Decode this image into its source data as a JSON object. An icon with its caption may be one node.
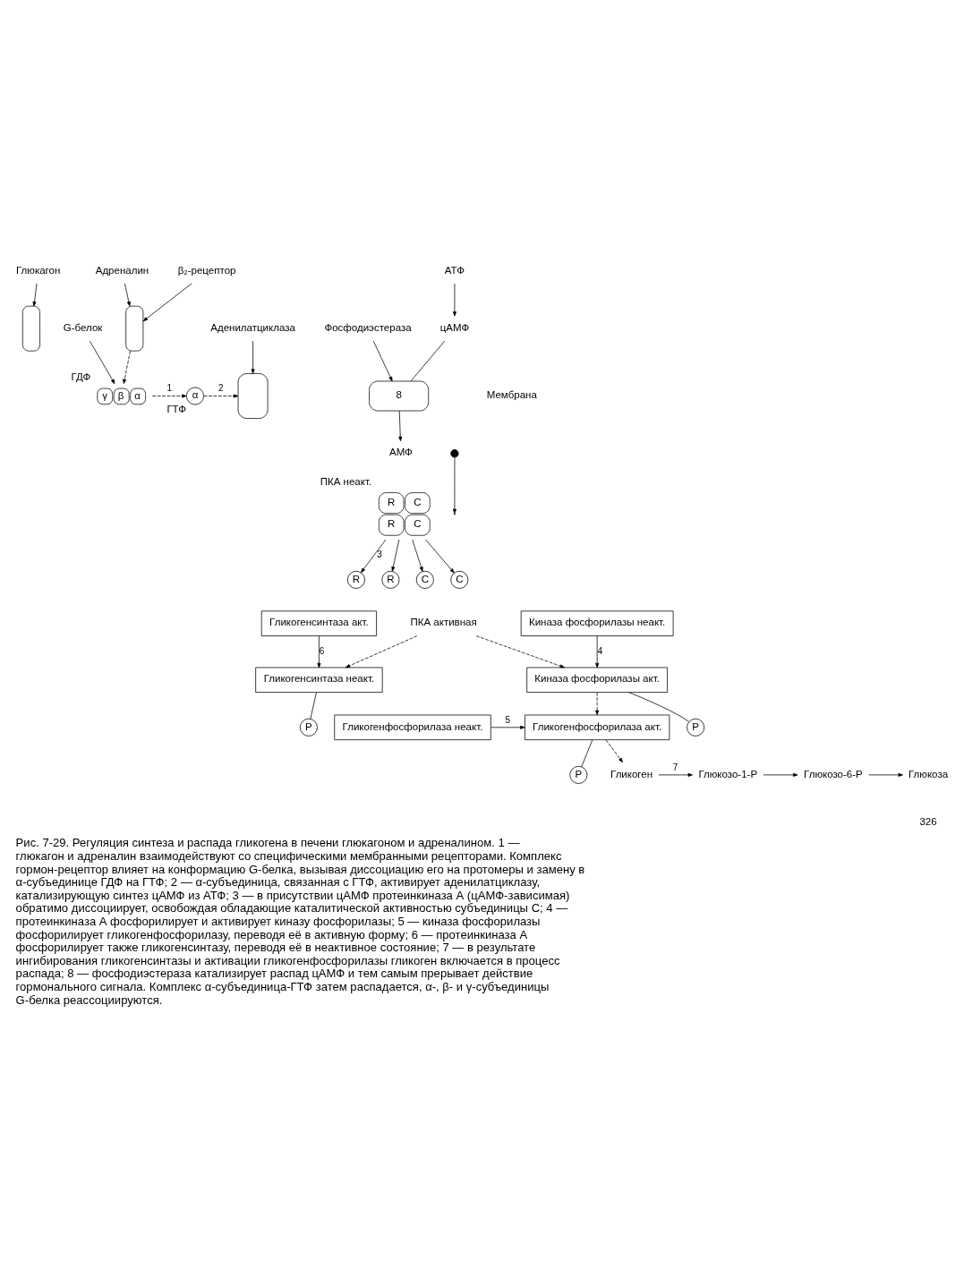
{
  "diagram": {
    "caption": "Рис. 7-29. Регуляция синтеза и распада гликогена в печени глюкагоном и адреналином. 1 — глюкагон и адреналин взаимодействуют со специфическими мембранными рецепторами. Комплекс гормон-рецептор влияет на конформацию G-белка, вызывая диссоциацию его на протомеры и замену в α-субъединице ГДФ на ГТФ; 2 — α-субъединица, связанная с ГТФ, активирует аденилатциклазу, катализирующую синтез цАМФ из АТФ; 3 — в присутствии цАМФ протеинкиназа А (цАМФ-зависимая) обратимо диссоциирует, освобождая обладающие каталитической активностью субъединицы С; 4 — протеинкиназа А фосфорилирует и активирует киназу фосфорилазы; 5 — киназа фосфорилазы фосфорилирует гликогенфосфорилазу, переводя её в активную форму; 6 — протеинкиназа А фосфорилирует также гликогенсинтазу, переводя её в неактивное состояние; 7 — в результате ингибирования гликогенсинтазы и активации гликогенфосфорилазы гликоген включается в процесс распада; 8 — фосфодиэстераза катализирует распад цАМФ и тем самым прерывает действие гормонального сигнала. Комплекс α-субъединица-ГТФ затем распадается, α-, β- и γ-субъединицы G-белка реассоциируются.",
    "nodes": [
      {
        "text": [
          "Глюкагон"
        ]
      },
      {
        "text": [],
        "shape": "box"
      },
      {
        "text": [
          "Адреналин"
        ]
      },
      {
        "text": [
          "β₂-рецептор"
        ]
      },
      {
        "text": [],
        "shape": "box"
      },
      {
        "text": [
          "G-белок"
        ]
      },
      {
        "text": [
          "γ",
          "β",
          "α"
        ],
        "beside": [
          "ГДФ"
        ]
      },
      {
        "text": [
          "α"
        ],
        "beside": [
          "ГТФ"
        ]
      },
      {
        "text": [
          "Аденилатциклаза"
        ]
      },
      {
        "text": [],
        "shape": "box"
      },
      {
        "text": [
          "АТФ"
        ]
      },
      {
        "text": [
          "цАМФ"
        ]
      },
      {
        "text": [
          "Фосфодиэстераза"
        ]
      },
      {
        "text": [
          "8"
        ]
      },
      {
        "text": [
          "АМФ"
        ]
      },
      {
        "text": [],
        "shape": "circle"
      },
      {
        "text": [
          "R"
        ]
      },
      {
        "text": [
          "R"
        ]
      },
      {
        "text": [
          "R",
          "C",
          "R",
          "C"
        ],
        "beside": [
          "ПКА неакт."
        ]
      },
      {
        "text": [
          "C"
        ]
      },
      {
        "text": [
          "C"
        ]
      },
      {
        "text": [
          "ПКА активная"
        ]
      },
      {
        "text": [
          "Гликогенсинтаза акт."
        ]
      },
      {
        "text": [
          "Киназа фосфорилазы неакт."
        ]
      },
      {
        "text": [
          "Гликогенсинтаза неакт."
        ]
      },
      {
        "text": [
          "P"
        ]
      },
      {
        "text": [
          "P"
        ]
      },
      {
        "text": [
          "Киназа фосфорилазы акт."
        ]
      },
      {
        "text": [
          "P"
        ]
      },
      {
        "text": [
          "Гликогенфосфорилаза неакт."
        ]
      },
      {
        "text": [
          "Гликогенфосфорилаза акт."
        ]
      },
      {
        "text": [
          "Гликоген"
        ]
      },
      {
        "text": [
          "Глюкозо-1-Р"
        ]
      },
      {
        "text": [
          "Глюкозо-6-Р"
        ]
      },
      {
        "text": [
          "Глюкоза"
        ]
      }
    ],
    "edges": [
      {
        "from": 0,
        "to": 1,
        "arrow": "to"
      },
      {
        "from": 2,
        "to": 4,
        "arrow": "to"
      },
      {
        "from": 3,
        "to": 4,
        "arrow": "to"
      },
      {
        "from": 5,
        "to": 6,
        "arrow": "to"
      },
      {
        "from": 4,
        "to": 6,
        "arrow": "to",
        "style": "dashed"
      },
      {
        "from": 6,
        "to": 7,
        "arrow": "to",
        "style": "dashed",
        "label": "1"
      },
      {
        "from": 7,
        "to": 9,
        "arrow": "to",
        "style": "dashed",
        "label": "2"
      },
      {
        "from": 8,
        "to": 9,
        "arrow": "to"
      },
      {
        "from": 10,
        "to": 11,
        "arrow": "to"
      },
      {
        "from": 11,
        "to": 13,
        "arrow": "none"
      },
      {
        "from": 12,
        "to": 13,
        "arrow": "to"
      },
      {
        "from": 13,
        "to": 14,
        "arrow": "to"
      },
      {
        "from": 15,
        "to": null,
        "arrow": "to"
      },
      {
        "from": 18,
        "to": 16,
        "arrow": "to",
        "label": "3"
      },
      {
        "from": 18,
        "to": 17,
        "arrow": "to"
      },
      {
        "from": 18,
        "to": 19,
        "arrow": "to"
      },
      {
        "from": 18,
        "to": 20,
        "arrow": "to"
      },
      {
        "from": 22,
        "to": 24,
        "arrow": "to",
        "label": "6"
      },
      {
        "from": 21,
        "to": 24,
        "arrow": "to",
        "style": "dashed"
      },
      {
        "from": 21,
        "to": 27,
        "arrow": "to",
        "style": "dashed"
      },
      {
        "from": 23,
        "to": 27,
        "arrow": "to",
        "label": "4"
      },
      {
        "from": 24,
        "to": 25,
        "arrow": "none"
      },
      {
        "from": 27,
        "to": 26,
        "arrow": "none"
      },
      {
        "from": 27,
        "to": 30,
        "arrow": "to",
        "style": "dashed"
      },
      {
        "from": 29,
        "to": 30,
        "arrow": "to",
        "label": "5"
      },
      {
        "from": 30,
        "to": 28,
        "arrow": "none"
      },
      {
        "from": 30,
        "to": 31,
        "arrow": "to",
        "style": "dashed"
      },
      {
        "from": 31,
        "to": 32,
        "arrow": "to",
        "label": "7"
      },
      {
        "from": 32,
        "to": 33,
        "arrow": "to"
      },
      {
        "from": 33,
        "to": 34,
        "arrow": "to"
      }
    ],
    "labels": [
      "Мембрана",
      "326"
    ]
  }
}
